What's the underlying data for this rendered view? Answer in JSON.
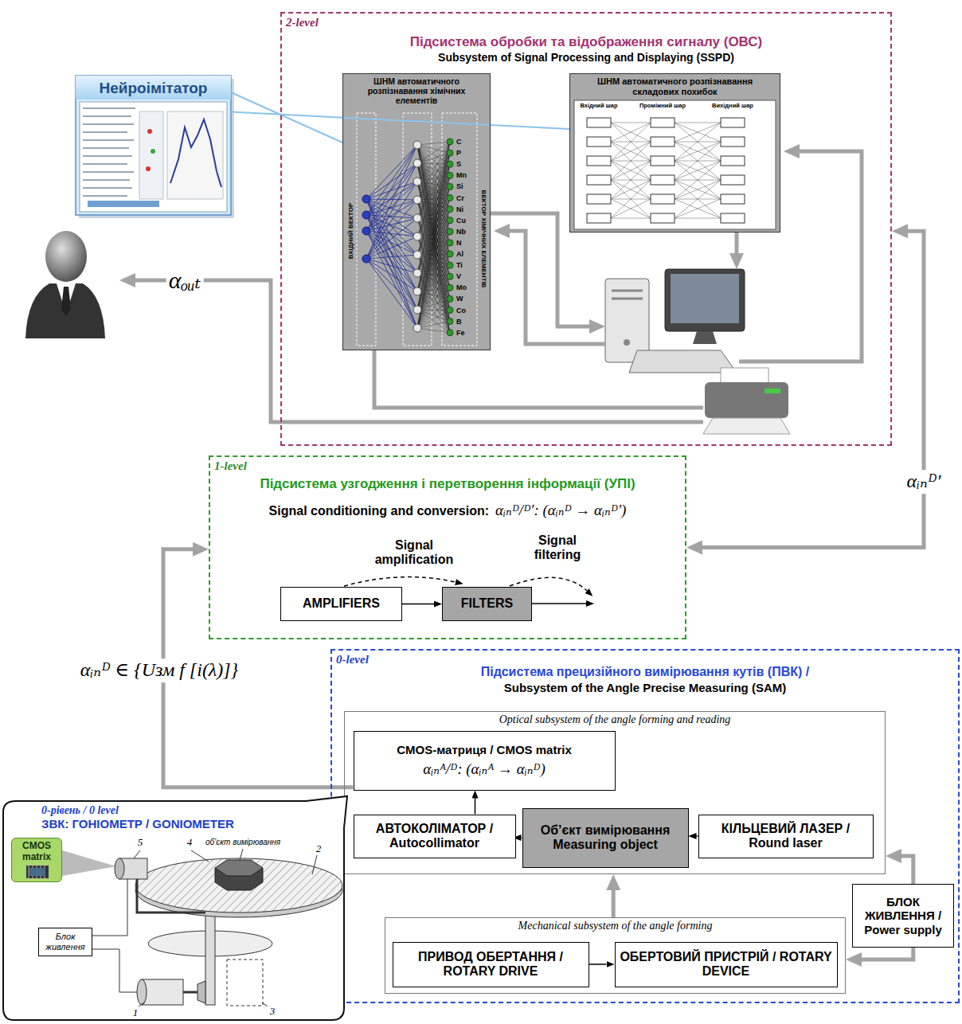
{
  "diagram": {
    "nodes": [
      {
        "text": [
          "Нейроімітатор"
        ]
      },
      {
        "text": [
          "2-level",
          "Підсистема обробки та відображення сигналу (ОВС)",
          "Subsystem of Signal Processing and Displaying (SSPD)"
        ]
      },
      {
        "text": [
          "ШНМ автоматичного розпізнавання хімічних елементів"
        ],
        "in": 1
      },
      {
        "text": [
          "ШНМ автоматичного розпізнавання складових похибок"
        ],
        "in": 1
      },
      {
        "text": [
          "1-level",
          "Підсистема узгодження і перетворення інформації (УПІ)",
          "Signal conditioning and conversion:",
          "αᵢₙᴰ/ᴰ′: (αᵢₙᴰ → αᵢₙᴰ′)"
        ]
      },
      {
        "text": [
          "AMPLIFIERS"
        ],
        "in": 4
      },
      {
        "text": [
          "FILTERS"
        ],
        "in": 4
      },
      {
        "text": [
          "0-level",
          "Підсистема прецизійного вимірювання кутів (ПВК) /",
          "Subsystem of the Angle Precise Measuring (SAM)"
        ]
      },
      {
        "text": [
          "Optical subsystem of the angle forming and reading"
        ],
        "in": 7
      },
      {
        "text": [
          "CMOS-матриця / CMOS matrix",
          "αᵢₙᴬ/ᴰ: (αᵢₙᴬ → αᵢₙᴰ)"
        ],
        "in": 8
      },
      {
        "text": [
          "АВТОКОЛІМАТОР / Autocollimator"
        ],
        "in": 8
      },
      {
        "text": [
          "Об’єкт вимірювання Measuring object"
        ],
        "in": 8
      },
      {
        "text": [
          "КІЛЬЦЕВИЙ ЛАЗЕР / Round laser"
        ],
        "in": 8
      },
      {
        "text": [
          "Mechanical subsystem of the angle forming"
        ],
        "in": 7
      },
      {
        "text": [
          "ПРИВОД ОБЕРТАННЯ / ROTARY DRIVE"
        ],
        "in": 13
      },
      {
        "text": [
          "ОБЕРТОВИЙ ПРИСТРІЙ / ROTARY DEVICE"
        ],
        "in": 13
      },
      {
        "text": [
          "БЛОК ЖИВЛЕННЯ / Power supply"
        ],
        "in": 7
      },
      {
        "text": [
          "0-рівень / 0 level",
          "ЗВК: ГОНІОМЕТР / GONIOMETER"
        ]
      },
      {
        "text": [
          "CMOS matrix"
        ],
        "in": 17
      },
      {
        "text": [
          "Блок живлення"
        ],
        "in": 17
      }
    ],
    "edges": [
      {
        "from": 0,
        "to": 2,
        "arrow": "none"
      },
      {
        "from": 0,
        "to": 3,
        "arrow": "none"
      },
      {
        "from": 4,
        "to": 1,
        "label": "αᵢₙᴰ′",
        "arrow": "both"
      },
      {
        "from": 9,
        "to": 4,
        "label": "αᵢₙᴰ ∈ {Uзм f [i(λ)]}",
        "arrow": "to"
      },
      {
        "from": 5,
        "to": 6,
        "arrow": "to"
      },
      {
        "from": 12,
        "to": 11,
        "arrow": "to"
      },
      {
        "from": 11,
        "to": 10,
        "arrow": "to"
      },
      {
        "from": 10,
        "to": 9,
        "arrow": "to"
      },
      {
        "from": 13,
        "to": 8,
        "arrow": "to"
      },
      {
        "from": 16,
        "to": 8,
        "arrow": "to"
      },
      {
        "from": 16,
        "to": 13,
        "arrow": "to"
      },
      {
        "from": 14,
        "to": 15,
        "arrow": "to"
      }
    ],
    "labels": [
      "αₒᵤₜ",
      "Signal amplification",
      "Signal filtering",
      "C",
      "P",
      "S",
      "Mn",
      "Si",
      "Cr",
      "Ni",
      "Cu",
      "Nb",
      "N",
      "Al",
      "Ti",
      "V",
      "Mo",
      "W",
      "Co",
      "B",
      "Fe",
      "ВХІДНИЙ ВЕКТОР",
      "ВЕКТОР ХІМІЧНИХ ЕЛЕМЕНТІВ",
      "Вхідний шар",
      "Проміжний шар",
      "Вихідний шар",
      "5",
      "4",
      "об’єкт вимірювання",
      "2",
      "1",
      "3"
    ]
  }
}
